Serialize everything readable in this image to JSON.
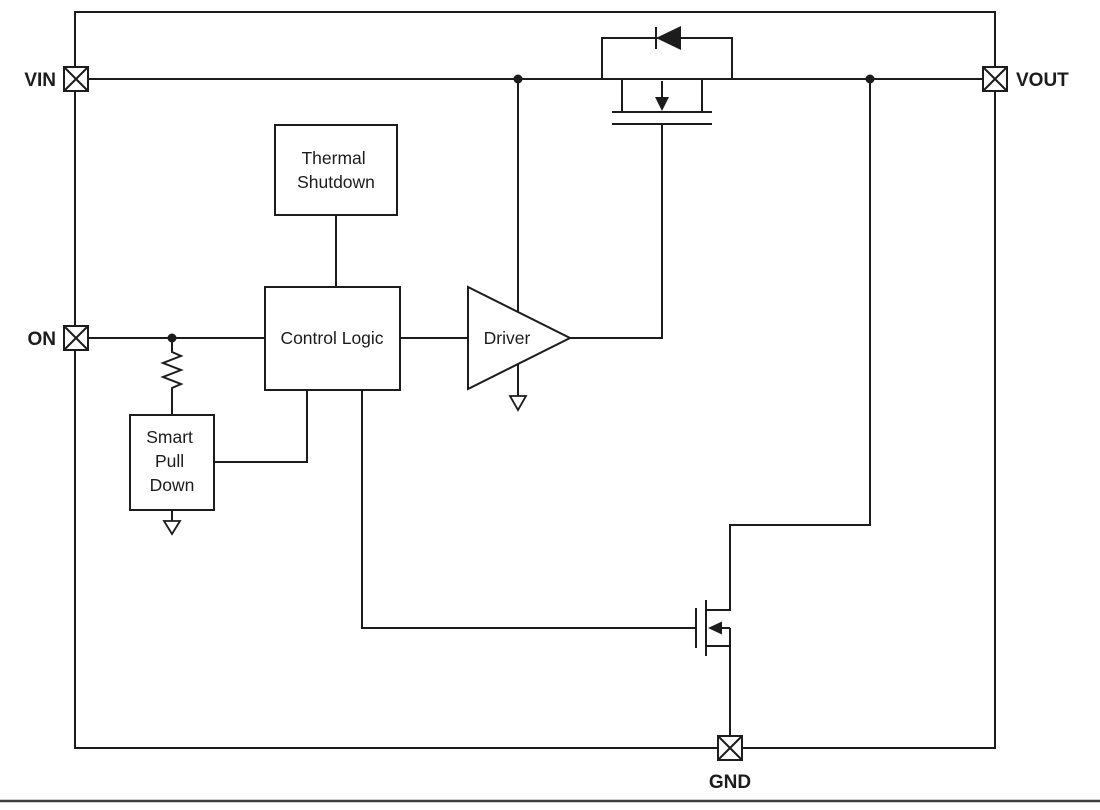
{
  "pins": {
    "vin": "VIN",
    "vout": "VOUT",
    "on": "ON",
    "gnd": "GND"
  },
  "blocks": {
    "thermal_shutdown": {
      "lines": [
        "Thermal",
        "Shutdown"
      ]
    },
    "control_logic": {
      "label": "Control Logic"
    },
    "driver": {
      "label": "Driver"
    },
    "smart_pull_down": {
      "lines": [
        "Smart",
        "Pull",
        "Down"
      ]
    }
  },
  "colors": {
    "line": "#1c1c1c",
    "background": "#ffffff",
    "divider": "#3f3f3f"
  }
}
